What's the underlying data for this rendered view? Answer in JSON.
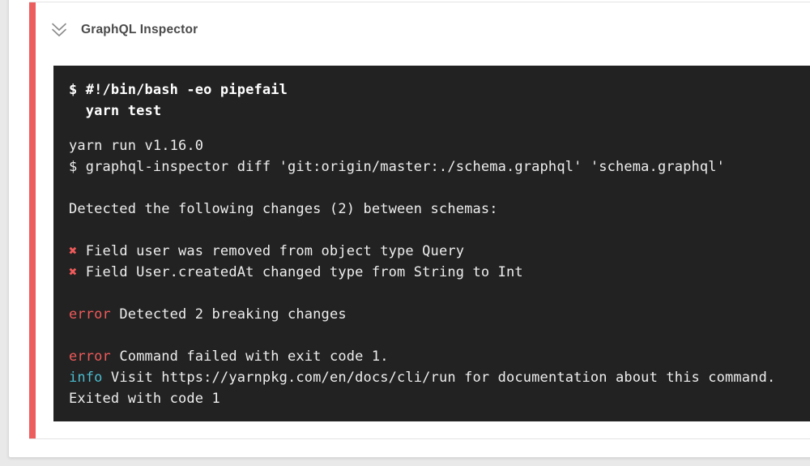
{
  "page": {
    "background": "#e9e9e9"
  },
  "colors": {
    "page-bg": "#e9e9e9",
    "card-bg": "#ffffff",
    "divider": "#e3e3e3",
    "stripe-red": "#ec5d5d",
    "terminal-bg": "#222222",
    "terminal-text": "#eeeeee",
    "command-text": "#ffffff",
    "red": "#ef5a5a",
    "cyan": "#4bbccf",
    "title-text": "#4a4a4a",
    "icon-gray": "#8a8a8a"
  },
  "step": {
    "title": "GraphQL Inspector",
    "status": "failed",
    "collapse_icon": "double-chevron-down-icon"
  },
  "terminal": {
    "command_lines": [
      "$ #!/bin/bash -eo pipefail",
      "  yarn test"
    ],
    "output_lines": [
      {
        "segments": [
          {
            "text": "yarn run v1.16.0"
          }
        ]
      },
      {
        "segments": [
          {
            "text": "$ graphql-inspector diff 'git:origin/master:./schema.graphql' 'schema.graphql'"
          }
        ]
      },
      {
        "segments": []
      },
      {
        "segments": [
          {
            "text": "Detected the following changes (2) between schemas:"
          }
        ]
      },
      {
        "segments": []
      },
      {
        "segments": [
          {
            "text": "✖",
            "color": "red"
          },
          {
            "text": " Field user was removed from object type Query"
          }
        ]
      },
      {
        "segments": [
          {
            "text": "✖",
            "color": "red"
          },
          {
            "text": " Field User.createdAt changed type from String to Int"
          }
        ]
      },
      {
        "segments": []
      },
      {
        "segments": [
          {
            "text": "error",
            "color": "red"
          },
          {
            "text": " Detected 2 breaking changes"
          }
        ]
      },
      {
        "segments": []
      },
      {
        "segments": [
          {
            "text": "error",
            "color": "red"
          },
          {
            "text": " Command failed with exit code 1."
          }
        ]
      },
      {
        "segments": [
          {
            "text": "info",
            "color": "cyan"
          },
          {
            "text": " Visit https://yarnpkg.com/en/docs/cli/run for documentation about this command."
          }
        ]
      },
      {
        "segments": [
          {
            "text": "Exited with code 1"
          }
        ]
      }
    ]
  }
}
